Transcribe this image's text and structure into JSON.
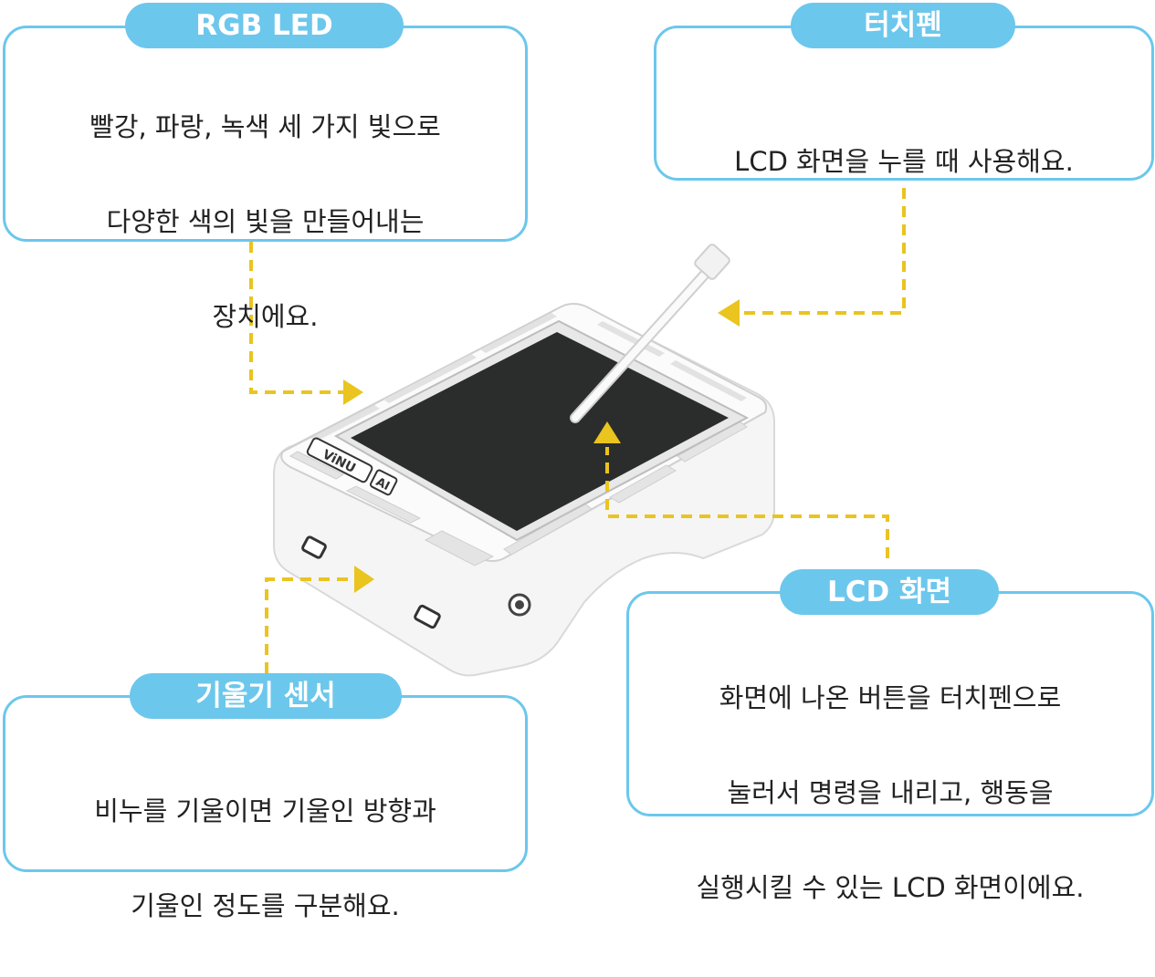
{
  "colors": {
    "accent": "#6cc7ec",
    "arrow": "#eac41f",
    "device_body": "#f4f4f4",
    "screen": "#2b2d2c"
  },
  "callouts": {
    "rgb_led": {
      "title": "RGB LED",
      "lines": [
        "빨강, 파랑, 녹색 세 가지 빛으로",
        "다양한 색의 빛을 만들어내는",
        "장치에요."
      ]
    },
    "touch_pen": {
      "title": "터치펜",
      "lines": [
        "LCD 화면을 누를 때 사용해요."
      ]
    },
    "tilt_sensor": {
      "title": "기울기 센서",
      "lines": [
        "비누를 기울이면 기울인 방향과",
        "기울인 정도를 구분해요."
      ]
    },
    "lcd_screen": {
      "title": "LCD 화면",
      "lines": [
        "화면에 나온 버튼을 터치펜으로",
        "눌러서 명령을 내리고, 행동을",
        "실행시킬 수 있는 LCD 화면이에요."
      ]
    }
  },
  "device": {
    "logo_text": "ViNU",
    "logo_badge": "AI"
  }
}
